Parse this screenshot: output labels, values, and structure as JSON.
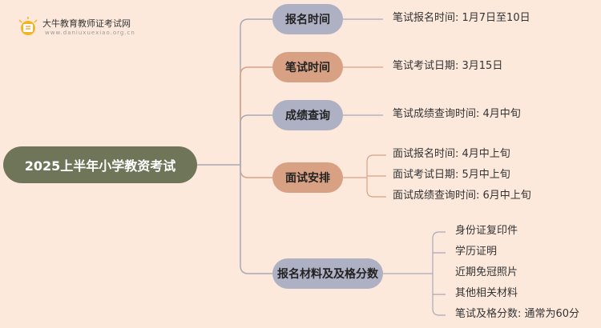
{
  "logo": {
    "title": "大牛教育教师证考试网",
    "url": "www.daniuxuexiao.org.cn"
  },
  "root": {
    "label": "2025上半年小学教资考试"
  },
  "branches": [
    {
      "label": "报名时间",
      "items": [
        "笔试报名时间: 1月7日至10日"
      ]
    },
    {
      "label": "笔试时间",
      "items": [
        "笔试考试日期: 3月15日"
      ]
    },
    {
      "label": "成绩查询",
      "items": [
        "笔试成绩查询时间: 4月中旬"
      ]
    },
    {
      "label": "面试安排",
      "items": [
        "面试报名时间: 4月中上旬",
        "面试考试日期: 5月中上旬",
        "面试成绩查询时间: 6月中上旬"
      ]
    },
    {
      "label": "报名材料及及格分数",
      "items": [
        "身份证复印件",
        "学历证明",
        "近期免冠照片",
        "其他相关材料",
        "笔试及格分数: 通常为60分"
      ]
    }
  ],
  "colors": {
    "background": "#fde9dc",
    "root": "#6e7559",
    "gray_node": "#aeb1c4",
    "tan_node": "#d9a184",
    "gray_line": "#a8a9b8",
    "tan_line": "#d9a184"
  }
}
